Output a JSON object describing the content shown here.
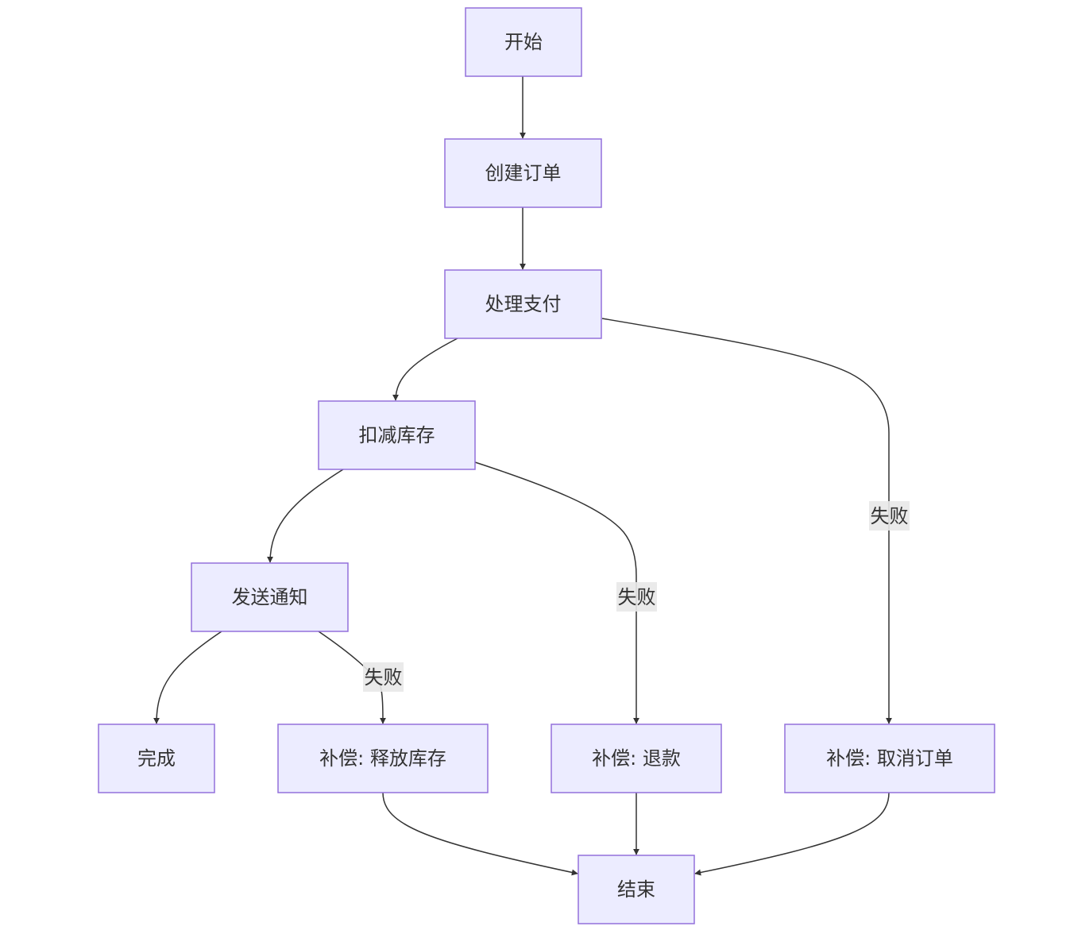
{
  "diagram": {
    "nodes": {
      "start": "开始",
      "create_order": "创建订单",
      "process_payment": "处理支付",
      "deduct_inventory": "扣减库存",
      "send_notification": "发送通知",
      "done": "完成",
      "comp_release_inventory": "补偿: 释放库存",
      "comp_refund": "补偿: 退款",
      "comp_cancel_order": "补偿: 取消订单",
      "end": "结束"
    },
    "edge_labels": {
      "payment_fail": "失败",
      "inventory_fail": "失败",
      "notification_fail": "失败"
    }
  },
  "colors": {
    "node_fill": "#ECECFF",
    "node_border": "#9370DB",
    "edge": "#333333",
    "label_bg": "#E8E8E8",
    "text": "#333333"
  }
}
